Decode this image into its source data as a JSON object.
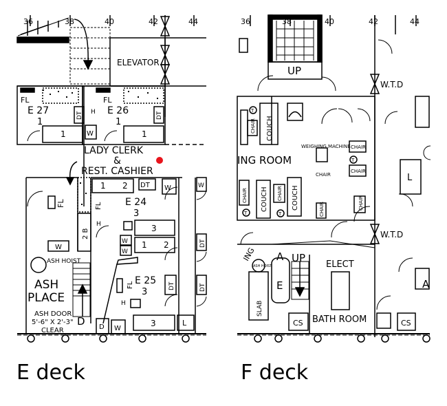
{
  "colors": {
    "line": "#000000",
    "marker": "#e8141c",
    "background": "#ffffff"
  },
  "captions": {
    "left": "E deck",
    "right": "F deck"
  },
  "e_deck": {
    "frames": [
      "36",
      "38",
      "40",
      "42",
      "44"
    ],
    "elevator": "ELEVATOR",
    "fl": "FL",
    "cabins": {
      "e27": "E 27",
      "e26": "E 26",
      "e24": "E 24",
      "e25": "E 25"
    },
    "berth_counts": {
      "one": "1",
      "two": "2",
      "three": "3"
    },
    "fixtures": {
      "dt": "DT",
      "w": "W",
      "h": "H",
      "d": "D",
      "l": "L",
      "b2": "2 B"
    },
    "lady_clerk": [
      "LADY CLERK",
      "&",
      "REST. CASHIER"
    ],
    "ash_hoist": "ASH HOIST",
    "ash_place": [
      "ASH",
      "PLACE"
    ],
    "ash_door": [
      "ASH DOOR",
      "5'-6\" X 2'-3\"",
      "CLEAR"
    ]
  },
  "f_deck": {
    "frames": [
      "36",
      "38",
      "40",
      "42",
      "44"
    ],
    "up": "UP",
    "wtd": "W.T.D",
    "couch": "COUCH",
    "chair": "CHAIR",
    "t": "T",
    "room": "ING ROOM",
    "weighing_machine": "WEIGHING MACHINE",
    "l": "L",
    "a": "A",
    "e": "E",
    "elect": "ELECT",
    "slab": "SLAB",
    "cs": "CS",
    "bath_room": "BATH ROOM",
    "ing": "ING"
  }
}
